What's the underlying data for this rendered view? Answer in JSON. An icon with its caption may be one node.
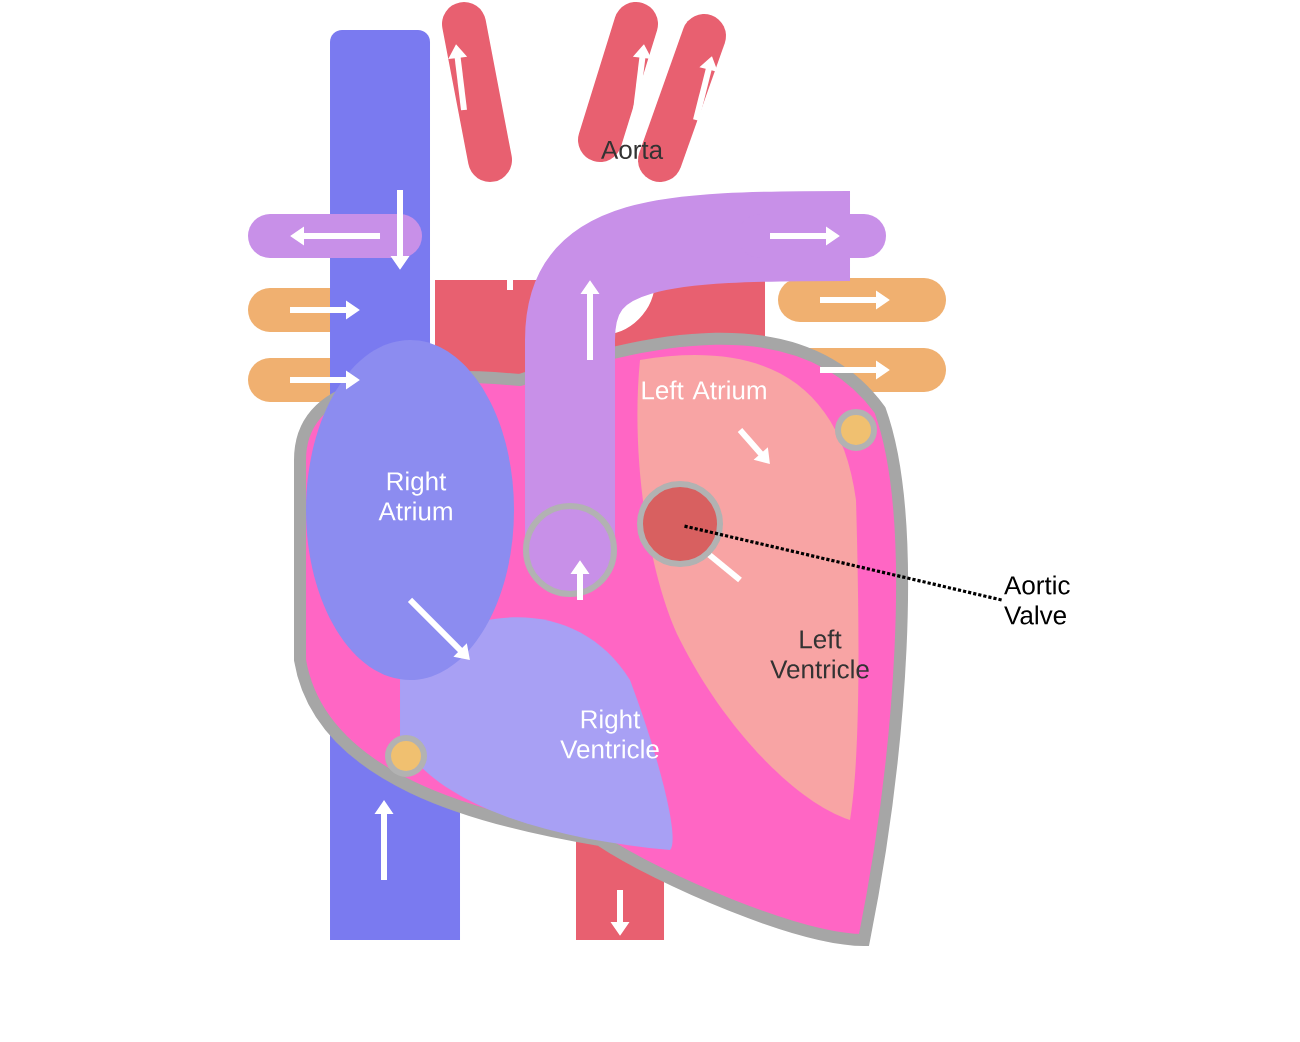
{
  "diagram": {
    "nodes": [
      {
        "text": [
          "Aortic Valve"
        ]
      },
      {
        "text": [],
        "shape": "circle"
      }
    ],
    "edges": [
      {
        "from": 0,
        "to": 1,
        "arrow": "none",
        "style": "dashed"
      }
    ],
    "labels": [
      "Aorta",
      "Left Atrium",
      "Right Atrium",
      "Left Ventricle",
      "Right Ventricle"
    ]
  }
}
